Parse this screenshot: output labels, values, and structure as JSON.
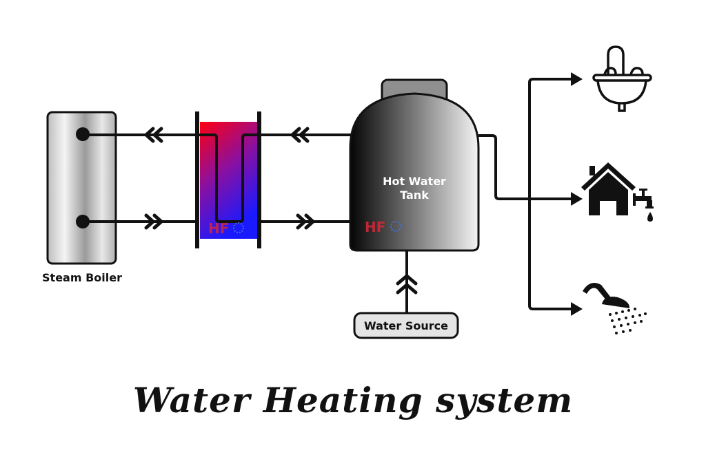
{
  "title": "Water Heating system",
  "components": {
    "boiler": {
      "label": "Steam Boiler"
    },
    "heat_exchanger": {
      "label": ""
    },
    "tank": {
      "label_line1": "Hot Water",
      "label_line2": "Tank"
    },
    "source": {
      "label": "Water Source"
    },
    "logo": {
      "text": "HF",
      "icon": "snowflake-sun-icon"
    }
  },
  "outputs": [
    {
      "name": "sink",
      "icon": "sink-icon"
    },
    {
      "name": "house-tap",
      "icon": "house-tap-icon"
    },
    {
      "name": "shower",
      "icon": "shower-icon"
    }
  ],
  "colors": {
    "line": "#111111",
    "hot": "#ff0010",
    "cold": "#1a1aff",
    "logo_red": "#d0283a",
    "logo_blue": "#4a6fd0"
  }
}
